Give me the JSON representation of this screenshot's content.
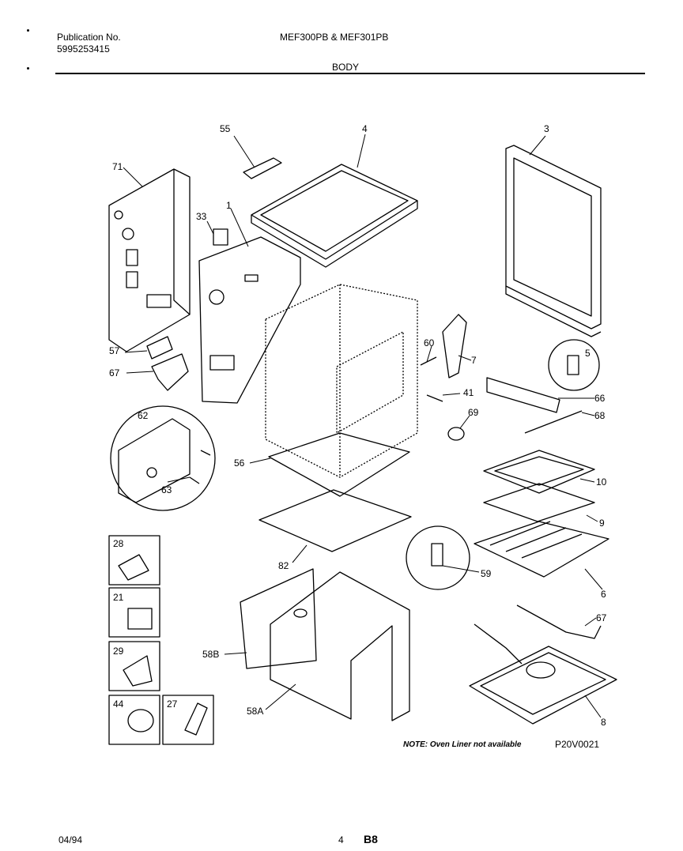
{
  "header": {
    "publication_label": "Publication No.",
    "publication_number": "5995253415",
    "models": "MEF300PB & MEF301PB",
    "section": "BODY"
  },
  "parts": [
    "55",
    "4",
    "3",
    "71",
    "33",
    "1",
    "57",
    "67",
    "60",
    "7",
    "5",
    "41",
    "66",
    "68",
    "69",
    "62",
    "63",
    "56",
    "10",
    "9",
    "82",
    "59",
    "6",
    "28",
    "21",
    "58B",
    "29",
    "44",
    "27",
    "58A",
    "67",
    "8"
  ],
  "note": "NOTE: Oven Liner not available",
  "drawing_code": "P20V0021",
  "footer": {
    "date": "04/94",
    "page": "4",
    "code": "B8"
  }
}
